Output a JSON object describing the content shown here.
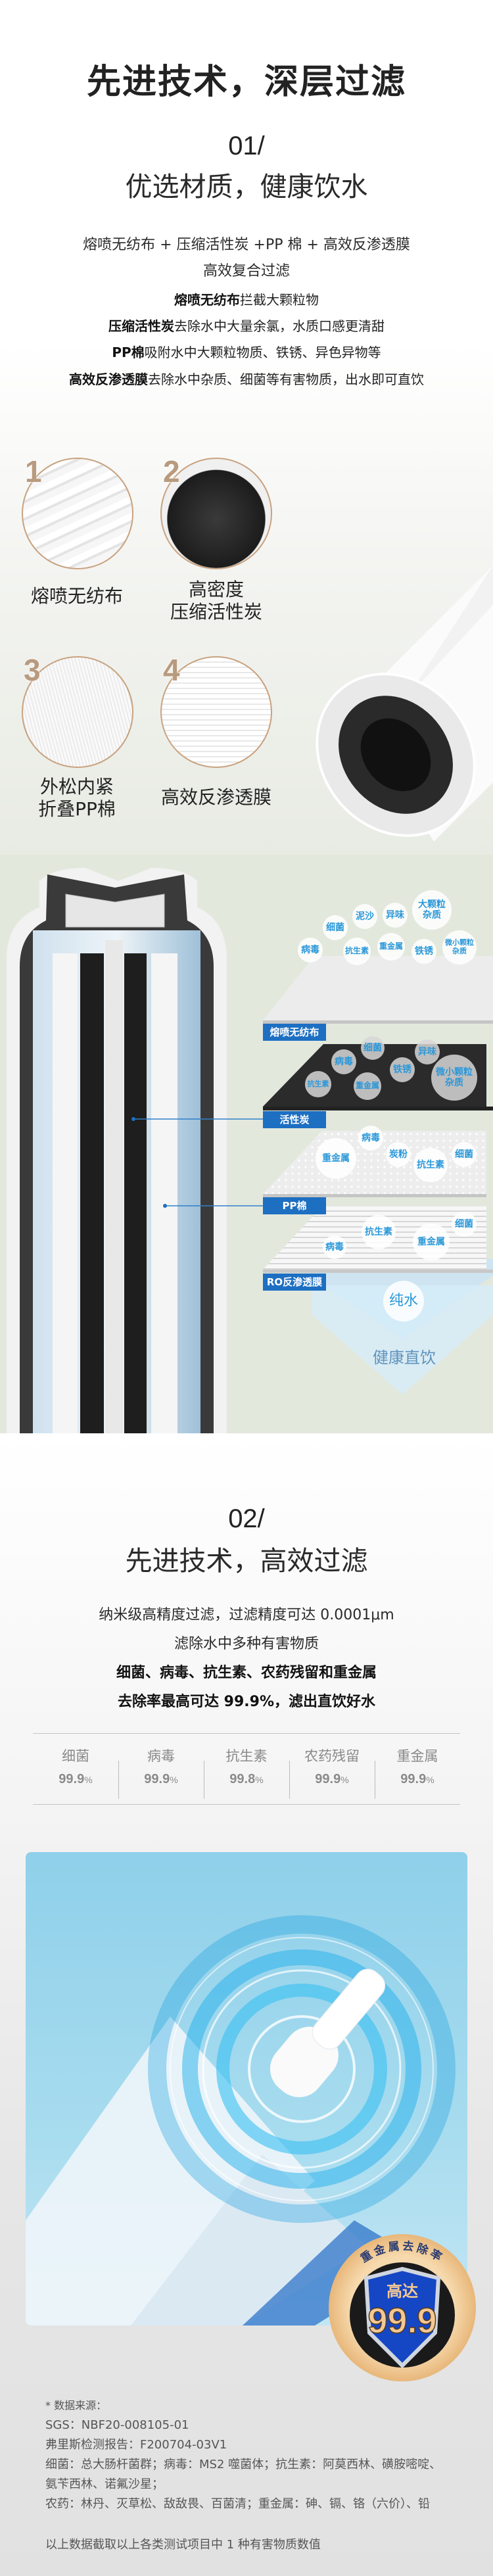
{
  "header": {
    "title": "先进技术，深层过滤"
  },
  "section1": {
    "number": "01/",
    "subtitle": "优选材质，健康饮水",
    "composite_line1": "熔喷无纺布 + 压缩活性炭 +PP 棉 + 高效反渗透膜",
    "composite_line2": "高效复合过滤",
    "details": [
      {
        "bold": "熔喷无纺布",
        "text": "拦截大颗粒物"
      },
      {
        "bold": "压缩活性炭",
        "text": "去除水中大量余氯，水质口感更清甜"
      },
      {
        "bold": "PP棉",
        "text": "吸附水中大颗粒物质、铁锈、异色异物等"
      },
      {
        "bold": "高效反渗透膜",
        "text": "去除水中杂质、细菌等有害物质，出水即可直饮"
      }
    ],
    "materials": [
      {
        "number": "1",
        "label": "熔喷无纺布"
      },
      {
        "number": "2",
        "label": "高密度\n压缩活性炭"
      },
      {
        "number": "3",
        "label": "外松内紧\n折叠PP棉"
      },
      {
        "number": "4",
        "label": "高效反渗透膜"
      }
    ]
  },
  "cutaway": {
    "layers": [
      {
        "label": "熔喷无纺布",
        "bubbles": [
          "病毒",
          "细菌",
          "泥沙",
          "异味",
          "大颗粒\n杂质",
          "抗生素",
          "重金属",
          "铁锈",
          "微小颗粒\n杂质"
        ]
      },
      {
        "label": "活性炭",
        "bubbles": [
          "细菌",
          "病毒",
          "异味",
          "铁锈",
          "抗生素",
          "重金属",
          "微小颗粒\n杂质"
        ]
      },
      {
        "label": "PP棉",
        "bubbles": [
          "病毒",
          "重金属",
          "炭粉",
          "抗生素",
          "细菌"
        ]
      },
      {
        "label": "RO反渗透膜",
        "bubbles": [
          "抗生素",
          "病毒",
          "重金属",
          "细菌"
        ]
      }
    ],
    "pure_water": "纯水",
    "result": "健康直饮"
  },
  "section2": {
    "number": "02/",
    "subtitle": "先进技术，高效过滤",
    "line1": "纳米级高精度过滤，过滤精度可达 0.0001μm",
    "line2": "滤除水中多种有害物质",
    "bold1": "细菌、病毒、抗生素、农药残留和重金属",
    "bold2": "去除率最高可达 99.9%，滤出直饮好水",
    "stats": [
      {
        "label": "细菌",
        "value": "99.9",
        "unit": "%"
      },
      {
        "label": "病毒",
        "value": "99.9",
        "unit": "%"
      },
      {
        "label": "抗生素",
        "value": "99.8",
        "unit": "%"
      },
      {
        "label": "农药残留",
        "value": "99.9",
        "unit": "%"
      },
      {
        "label": "重金属",
        "value": "99.9",
        "unit": "%"
      }
    ]
  },
  "badge": {
    "arc_text": "重金属去除率",
    "prefix": "高达",
    "value": "99.9"
  },
  "footnotes": {
    "lines": [
      "* 数据来源：",
      "SGS：NBF20-008105-01",
      "弗里斯检测报告：F200704-03V1",
      "细菌：总大肠杆菌群；病毒：MS2 噬菌体；抗生素：阿莫西林、磺胺嘧啶、",
      "氨苄西林、诺氟沙星；",
      "农药：林丹、灭草松、敌敌畏、百菌清；重金属：砷、镉、铬（六价）、铅"
    ],
    "note": "以上数据截取以上各类测试项目中 1 种有害物质数值"
  },
  "colors": {
    "label_blue": "#1d6fc2",
    "bubble_text": "#2b98d9",
    "circle_border": "#c8a27f",
    "number_brown": "#b99a7e"
  }
}
